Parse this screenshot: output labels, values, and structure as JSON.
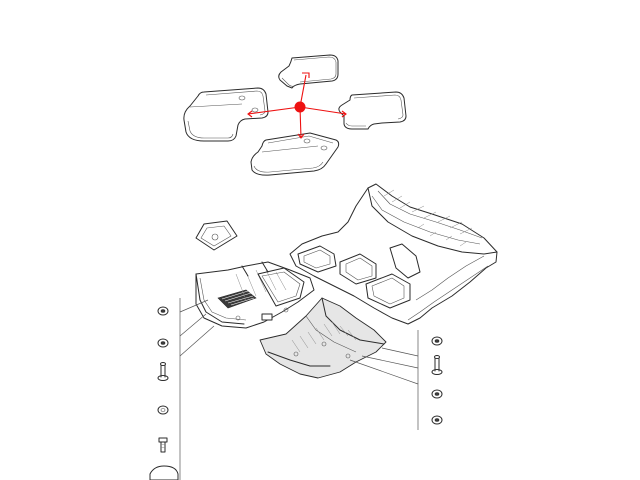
{
  "diagram": {
    "type": "exploded-parts-view",
    "callout_color": "#ee1111",
    "line_color": "#2b2b2b",
    "background": "#ffffff",
    "parts": [
      "floor-mat-rear-top",
      "floor-mat-front-left",
      "floor-mat-front-right",
      "floor-mat-rear-bottom",
      "carpet-access-cover",
      "front-floor-carpet",
      "rear-floor-carpet",
      "side-carpet-section",
      "fastener-set-left",
      "fastener-set-right"
    ]
  }
}
